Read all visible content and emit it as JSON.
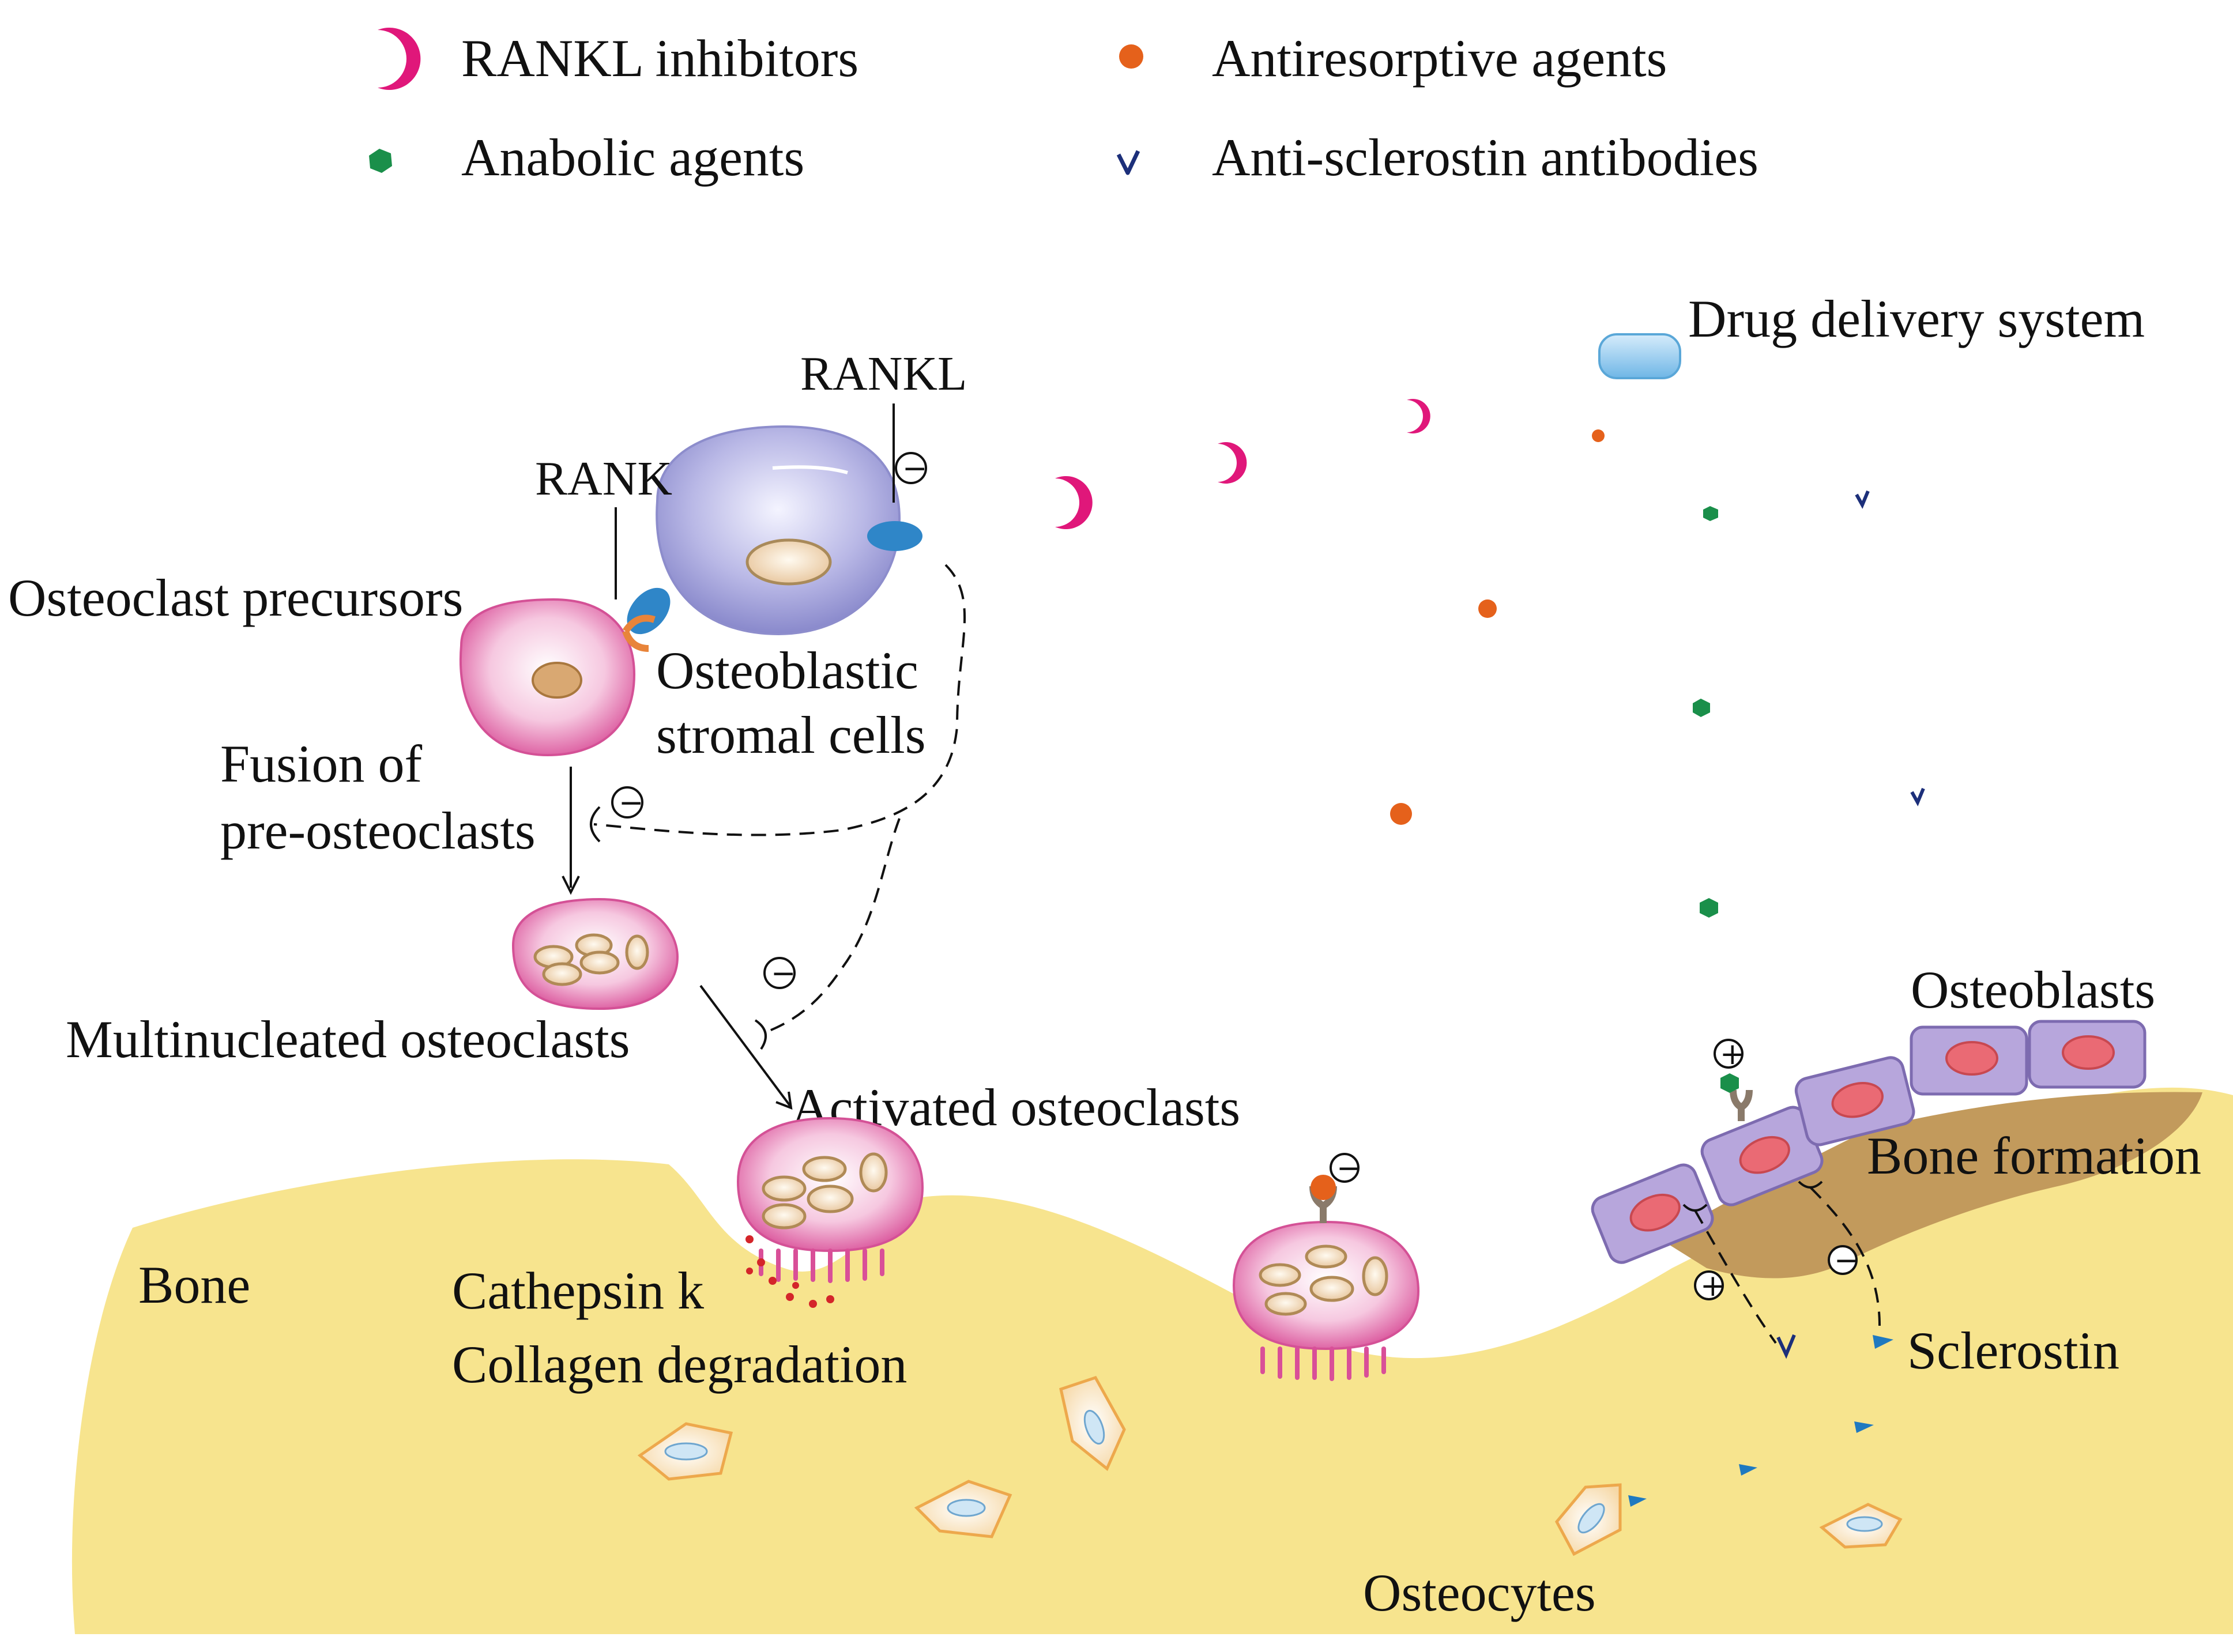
{
  "legend": {
    "rankl_inhibitors": "RANKL inhibitors",
    "antiresorptive_agents": "Antiresorptive agents",
    "anabolic_agents": "Anabolic agents",
    "anti_sclerostin_antibodies": "Anti-sclerostin antibodies"
  },
  "labels": {
    "drug_delivery_system": "Drug delivery system",
    "rankl": "RANKL",
    "rank": "RANK",
    "osteoclast_precursors": "Osteoclast precursors",
    "osteoblastic_stromal_cells_line1": "Osteoblastic",
    "osteoblastic_stromal_cells_line2": "stromal cells",
    "fusion_line1": "Fusion of",
    "fusion_line2": "pre-osteoclasts",
    "multinucleated_osteoclasts": "Multinucleated osteoclasts",
    "activated_osteoclasts": "Activated osteoclasts",
    "osteoblasts": "Osteoblasts",
    "bone_formation": "Bone formation",
    "bone": "Bone",
    "cathepsin_k": "Cathepsin k",
    "collagen_degradation": "Collagen degradation",
    "sclerostin": "Sclerostin",
    "osteocytes": "Osteocytes"
  },
  "signs": {
    "minus": "−",
    "plus": "+"
  },
  "colors": {
    "bone": "#f7e48e",
    "bone_formation": "#c29a5c",
    "rankl_inhibitor": "#e0177a",
    "antiresorptive": "#e5611b",
    "anabolic": "#1a8f4a",
    "antibody": "#1c2f7a",
    "sclerostin": "#1f79c0",
    "osteoblast": "#b7a6dc",
    "osteoclast_pink": "#e46aa6",
    "stromal_cell": "#a7a6da"
  }
}
